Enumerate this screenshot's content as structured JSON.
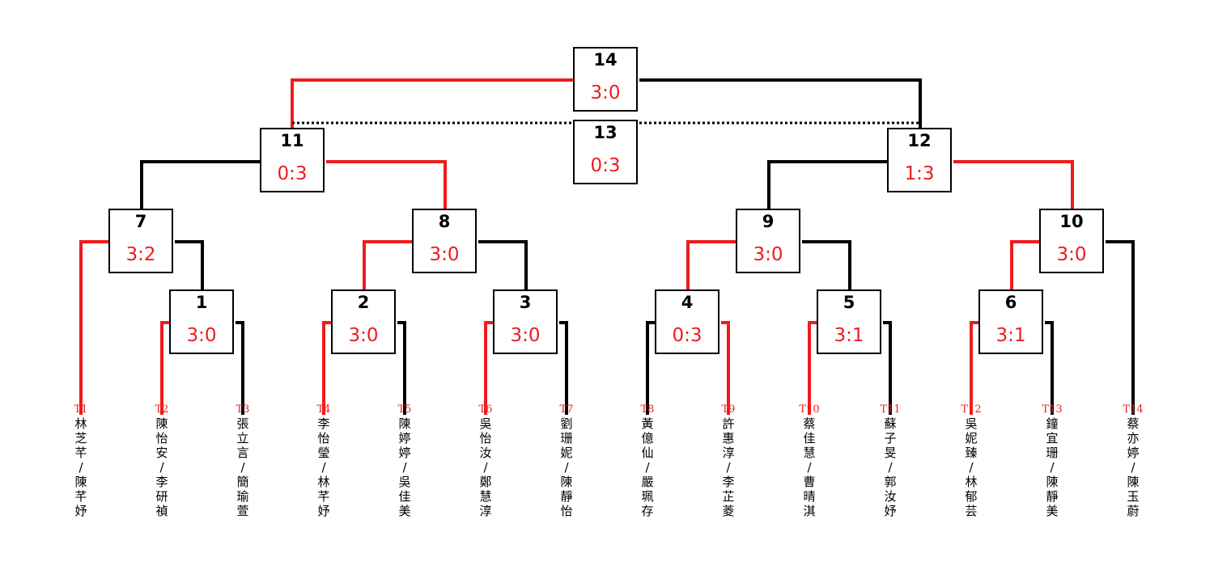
{
  "colors": {
    "winner": "#ee1c1c",
    "loser": "#000000",
    "score": "#ee1c1c"
  },
  "matches": [
    {
      "num": "14",
      "score": "3:0"
    },
    {
      "num": "13",
      "score": "0:3"
    },
    {
      "num": "11",
      "score": "0:3"
    },
    {
      "num": "12",
      "score": "1:3"
    },
    {
      "num": "7",
      "score": "3:2"
    },
    {
      "num": "8",
      "score": "3:0"
    },
    {
      "num": "9",
      "score": "3:0"
    },
    {
      "num": "10",
      "score": "3:0"
    },
    {
      "num": "1",
      "score": "3:0"
    },
    {
      "num": "2",
      "score": "3:0"
    },
    {
      "num": "3",
      "score": "3:0"
    },
    {
      "num": "4",
      "score": "0:3"
    },
    {
      "num": "5",
      "score": "3:1"
    },
    {
      "num": "6",
      "score": "3:1"
    }
  ],
  "teams": [
    {
      "id": "T1",
      "name": "林芝芊/陳芊妤"
    },
    {
      "id": "T2",
      "name": "陳怡安/李研禎"
    },
    {
      "id": "T3",
      "name": "張立言/簡瑜萱"
    },
    {
      "id": "T4",
      "name": "李怡瑩/林芊妤"
    },
    {
      "id": "T5",
      "name": "陳婷婷/吳佳美"
    },
    {
      "id": "T6",
      "name": "吳怡汝/鄭慧淳"
    },
    {
      "id": "T7",
      "name": "劉珊妮/陳靜怡"
    },
    {
      "id": "T8",
      "name": "黃億仙/嚴珮存"
    },
    {
      "id": "T9",
      "name": "許惠淳/李芷菱"
    },
    {
      "id": "T10",
      "name": "蔡佳慧/曹晴淇"
    },
    {
      "id": "T11",
      "name": "蘇子旻/郭汝妤"
    },
    {
      "id": "T12",
      "name": "吳妮臻/林郁芸"
    },
    {
      "id": "T13",
      "name": "鐘宜珊/陳靜美"
    },
    {
      "id": "T14",
      "name": "蔡亦婷/陳玉蔚"
    }
  ]
}
